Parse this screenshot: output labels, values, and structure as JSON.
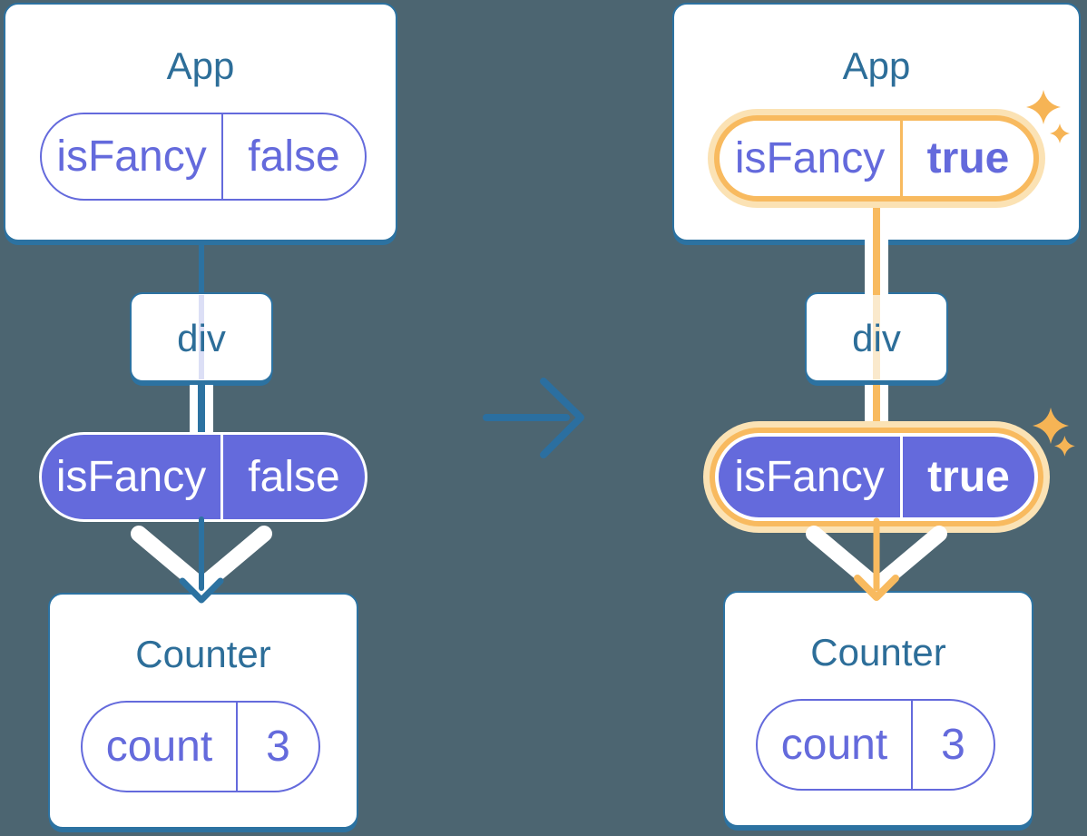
{
  "colors": {
    "background": "#4C6571",
    "card_background": "#FFFFFF",
    "card_edge_blue": "#2C72A1",
    "title_text_teal": "#2D6E99",
    "state_purple": "#646ADC",
    "prop_line_faded_purple": "#DCDFF6",
    "highlight_orange": "#F8BA5F",
    "highlight_halo": "#FBE2B4",
    "highlight_faded_orange": "#FAE9CC",
    "arrow_white": "#FFFFFF",
    "sparkle_orange": "#F6B455"
  },
  "before": {
    "app": {
      "title": "App",
      "pill": {
        "key": "isFancy",
        "value": "false"
      }
    },
    "div": {
      "label": "div"
    },
    "passed_pill": {
      "key": "isFancy",
      "value": "false"
    },
    "counter": {
      "title": "Counter",
      "pill": {
        "key": "count",
        "value": "3"
      }
    }
  },
  "after": {
    "app": {
      "title": "App",
      "pill": {
        "key": "isFancy",
        "value": "true"
      }
    },
    "div": {
      "label": "div"
    },
    "passed_pill": {
      "key": "isFancy",
      "value": "true"
    },
    "counter": {
      "title": "Counter",
      "pill": {
        "key": "count",
        "value": "3"
      }
    }
  }
}
